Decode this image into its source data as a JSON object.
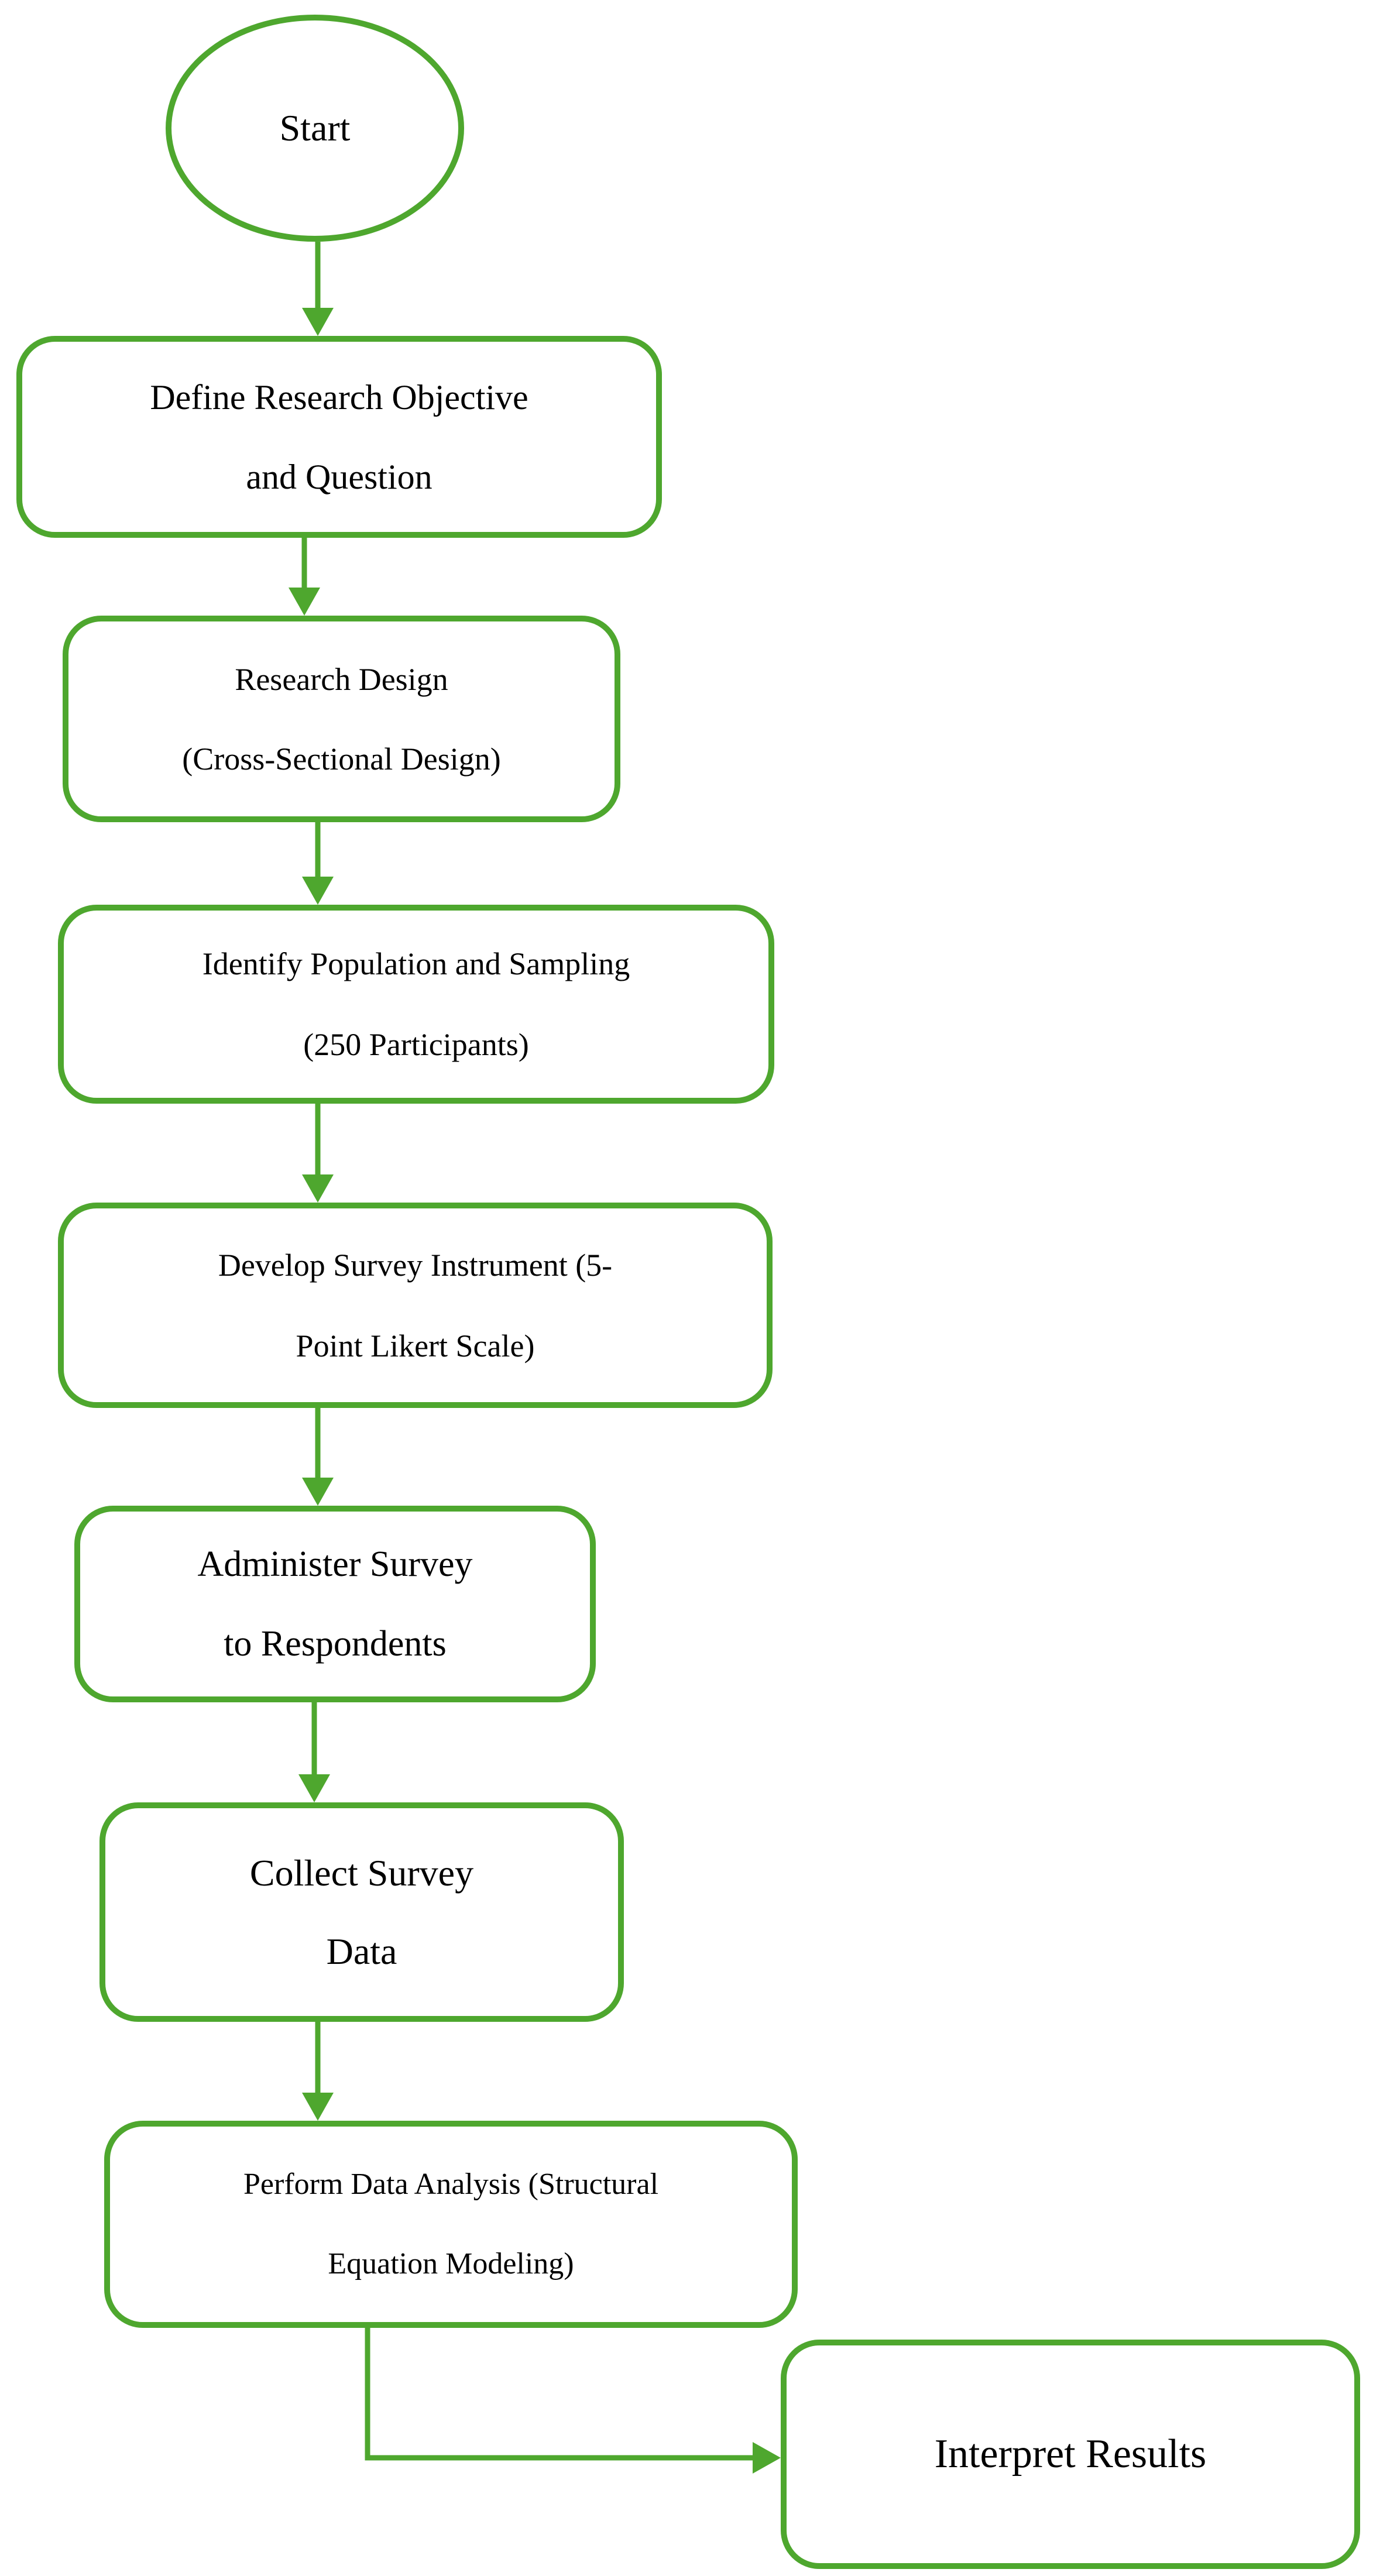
{
  "colors": {
    "accent_green": "#4EA72E",
    "text": "#000000",
    "background": "#FFFFFF"
  },
  "nodes": [
    {
      "id": "start",
      "shape": "ellipse",
      "lines": [
        "Start"
      ]
    },
    {
      "id": "define",
      "shape": "rounded-rect",
      "lines": [
        "Define Research Objective",
        "and Question"
      ]
    },
    {
      "id": "design",
      "shape": "rounded-rect",
      "lines": [
        "Research Design",
        "(Cross-Sectional Design)"
      ]
    },
    {
      "id": "population",
      "shape": "rounded-rect",
      "lines": [
        "Identify Population and Sampling",
        "(250 Participants)"
      ]
    },
    {
      "id": "instrument",
      "shape": "rounded-rect",
      "lines": [
        "Develop Survey Instrument (5-",
        "Point Likert Scale)"
      ]
    },
    {
      "id": "administer",
      "shape": "rounded-rect",
      "lines": [
        "Administer Survey",
        "to Respondents"
      ]
    },
    {
      "id": "collect",
      "shape": "rounded-rect",
      "lines": [
        "Collect Survey",
        "Data"
      ]
    },
    {
      "id": "analysis",
      "shape": "rounded-rect",
      "lines": [
        "Perform Data Analysis (Structural",
        "Equation Modeling)"
      ]
    },
    {
      "id": "interpret",
      "shape": "rounded-rect",
      "lines": [
        "Interpret Results"
      ]
    }
  ],
  "connectors": [
    {
      "from": "start",
      "to": "define",
      "style": "straight-down-arrow"
    },
    {
      "from": "define",
      "to": "design",
      "style": "straight-down-arrow"
    },
    {
      "from": "design",
      "to": "population",
      "style": "straight-down-arrow"
    },
    {
      "from": "population",
      "to": "instrument",
      "style": "straight-down-arrow"
    },
    {
      "from": "instrument",
      "to": "administer",
      "style": "straight-down-arrow"
    },
    {
      "from": "administer",
      "to": "collect",
      "style": "straight-down-arrow"
    },
    {
      "from": "collect",
      "to": "analysis",
      "style": "straight-down-arrow"
    },
    {
      "from": "analysis",
      "to": "interpret",
      "style": "elbow-down-right-arrow"
    }
  ]
}
